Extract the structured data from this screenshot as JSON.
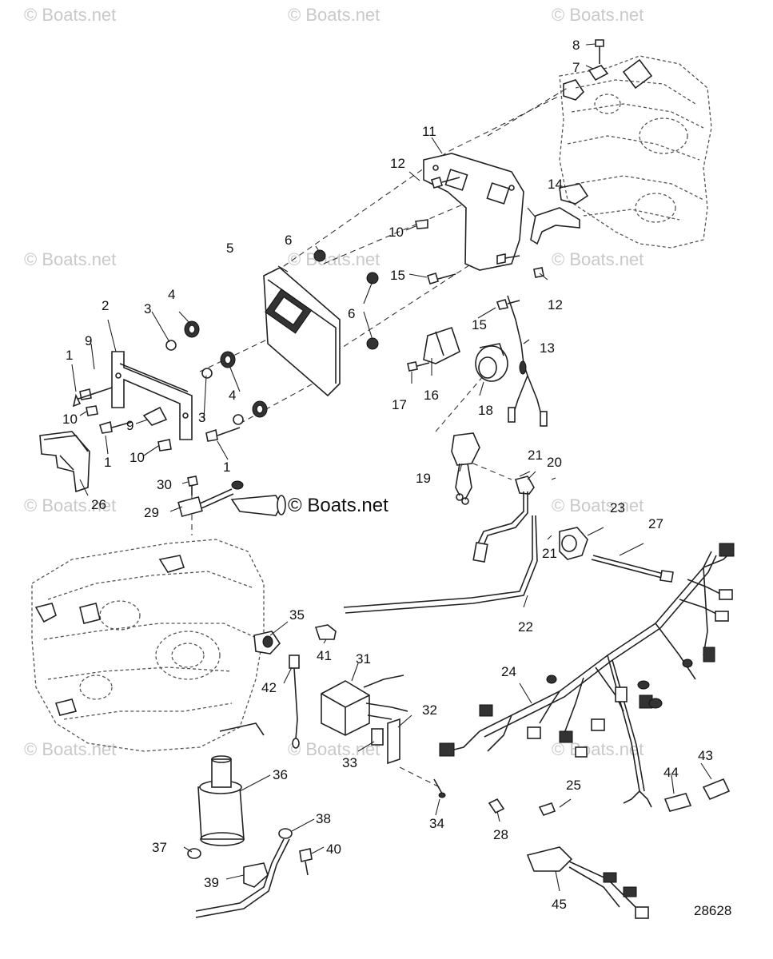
{
  "watermark": "© Boats.net",
  "center_watermark": "© Boats.net",
  "diagram_number": "28628",
  "callouts": {
    "c1a": "1",
    "c1b": "1",
    "c1c": "1",
    "c2": "2",
    "c3a": "3",
    "c3b": "3",
    "c4a": "4",
    "c4b": "4",
    "c5": "5",
    "c6a": "6",
    "c6b": "6",
    "c7": "7",
    "c8": "8",
    "c9a": "9",
    "c9b": "9",
    "c10a": "10",
    "c10b": "10",
    "c10c": "10",
    "c11": "11",
    "c12a": "12",
    "c12b": "12",
    "c13": "13",
    "c14": "14",
    "c15a": "15",
    "c15b": "15",
    "c16": "16",
    "c17": "17",
    "c18": "18",
    "c19": "19",
    "c20": "20",
    "c21a": "21",
    "c21b": "21",
    "c22": "22",
    "c23": "23",
    "c24": "24",
    "c25": "25",
    "c26": "26",
    "c27": "27",
    "c28": "28",
    "c29": "29",
    "c30": "30",
    "c31": "31",
    "c32": "32",
    "c33": "33",
    "c34": "34",
    "c35": "35",
    "c36": "36",
    "c37": "37",
    "c38": "38",
    "c39": "39",
    "c40": "40",
    "c41": "41",
    "c42": "42",
    "c43": "43",
    "c44": "44",
    "c45": "45"
  }
}
